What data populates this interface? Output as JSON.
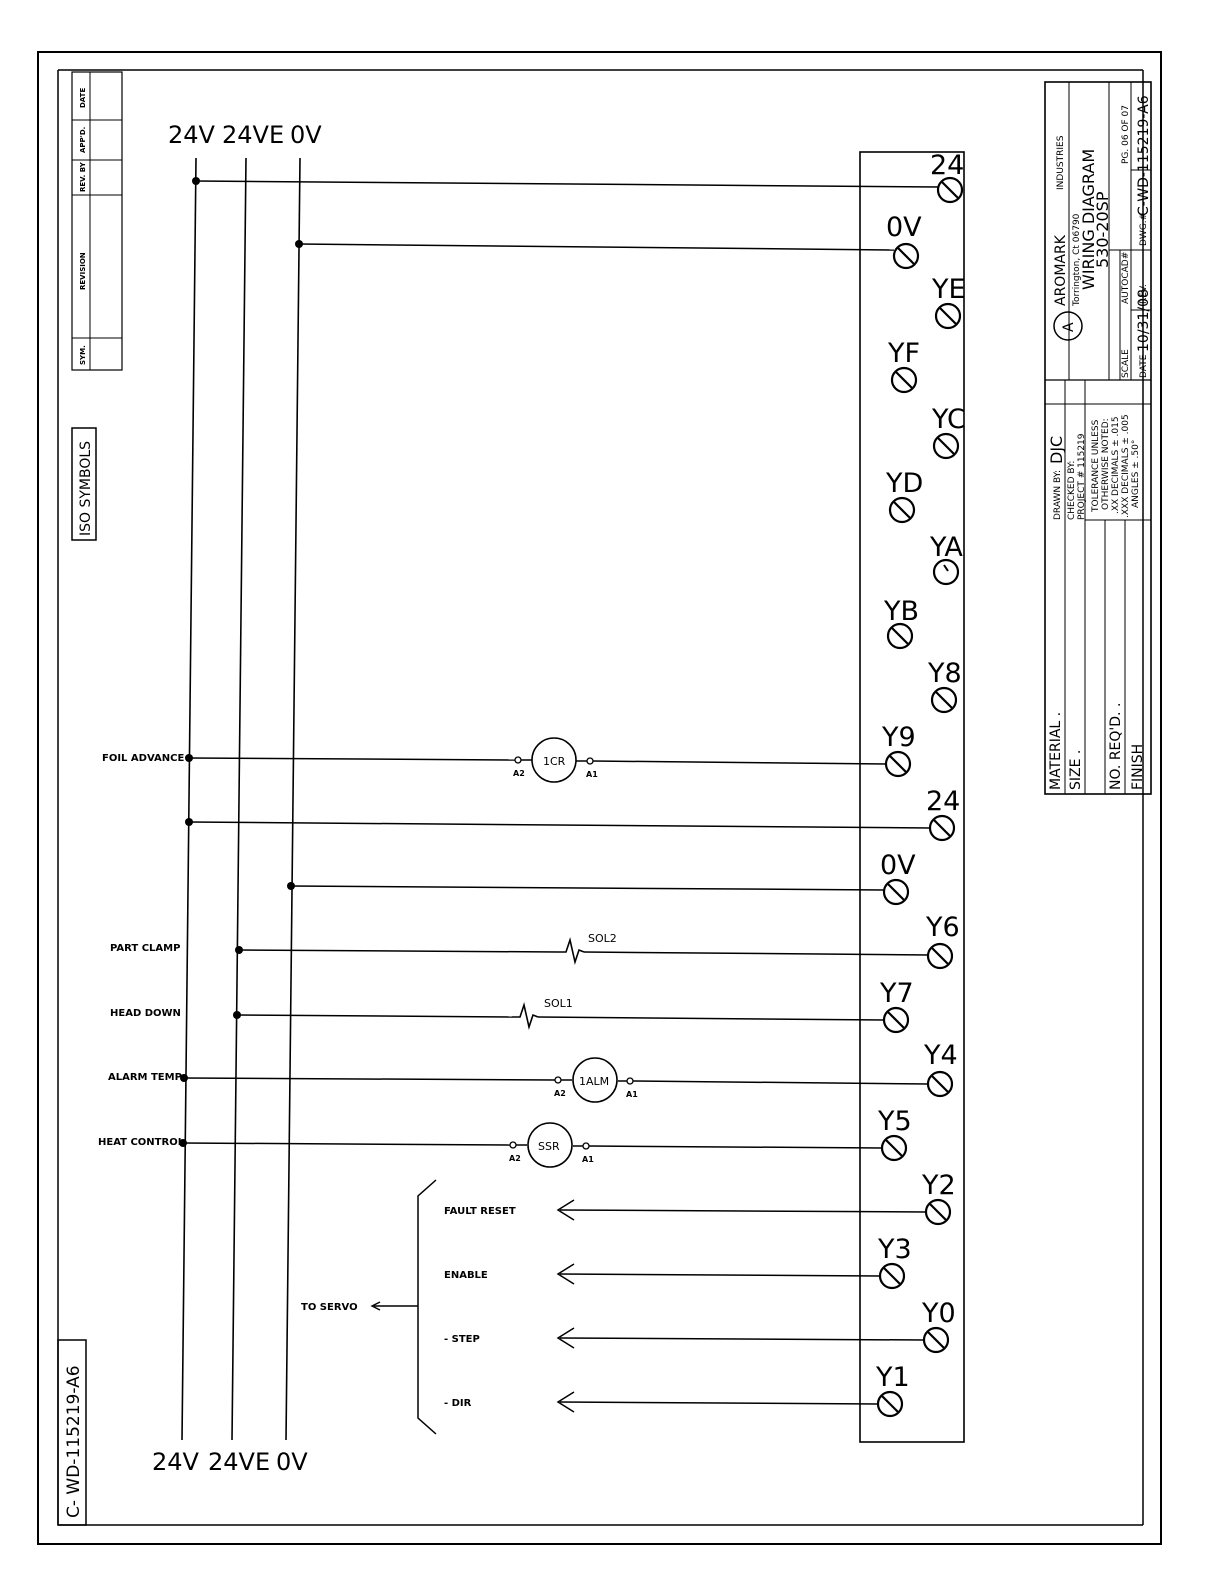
{
  "buses": [
    "24V",
    "24VE",
    "0V"
  ],
  "terminals": [
    "24",
    "0V",
    "YE",
    "YF",
    "YC",
    "YD",
    "YA",
    "YB",
    "Y8",
    "Y9",
    "24",
    "0V",
    "Y6",
    "Y7",
    "Y4",
    "Y5",
    "Y2",
    "Y3",
    "Y0",
    "Y1"
  ],
  "devices": {
    "cr": {
      "label": "1CR",
      "pin_a2": "A2",
      "pin_a1": "A1"
    },
    "alm": {
      "label": "1ALM",
      "pin_a2": "A2",
      "pin_a1": "A1"
    },
    "ssr": {
      "label": "SSR",
      "pin_a2": "A2",
      "pin_a1": "A1"
    },
    "sol1": {
      "label": "SOL1"
    },
    "sol2": {
      "label": "SOL2"
    }
  },
  "signals": {
    "foil_advance": "FOIL ADVANCE",
    "part_clamp": "PART CLAMP",
    "head_down": "HEAD DOWN",
    "alarm_temp": "ALARM TEMP",
    "heat_control": "HEAT CONTROL",
    "fault_reset": "FAULT RESET",
    "enable": "ENABLE",
    "step": "- STEP",
    "dir": "- DIR",
    "to_servo": "TO SERVO"
  },
  "revision_block": {
    "sym": "SYM.",
    "revision": "REVISION",
    "rev_by": "REV. BY",
    "appd": "APP'D.",
    "date": "DATE"
  },
  "iso_symbols": "ISO SYMBOLS",
  "drawing_number_side": "C- WD-115219-A6",
  "title_block": {
    "material": "MATERIAL .",
    "size": "SIZE .",
    "no_reqd": "NO. REQ'D. .",
    "finish": "FINISH",
    "drawn_by": "DRAWN BY:",
    "drawn_by_value": "DJC",
    "checked_by": "CHECKED BY:",
    "project": "PROJECT #  115219",
    "tol_1": "TOLERANCE UNLESS",
    "tol_2": "OTHERWISE NOTED:",
    "tol_3": ".XX DECIMALS ± .015",
    "tol_4": ".XXX DECIMALS ± .005",
    "tol_5": "ANGLES ± .50°",
    "company": "AROMARK",
    "company_suffix": "INDUSTRIES",
    "location": "Torrington, Ct 06790",
    "title": "WIRING DIAGRAM",
    "model": "530-20SP",
    "scale": "SCALE",
    "autocad": "AUTOCAD#",
    "date_label": "DATE",
    "date_value": "10/31/08",
    "rev": "REV.",
    "page": "PG. 06 OF 07",
    "dwg_label": "DWG.#",
    "dwg_number": "C-WD-115219-A6"
  }
}
